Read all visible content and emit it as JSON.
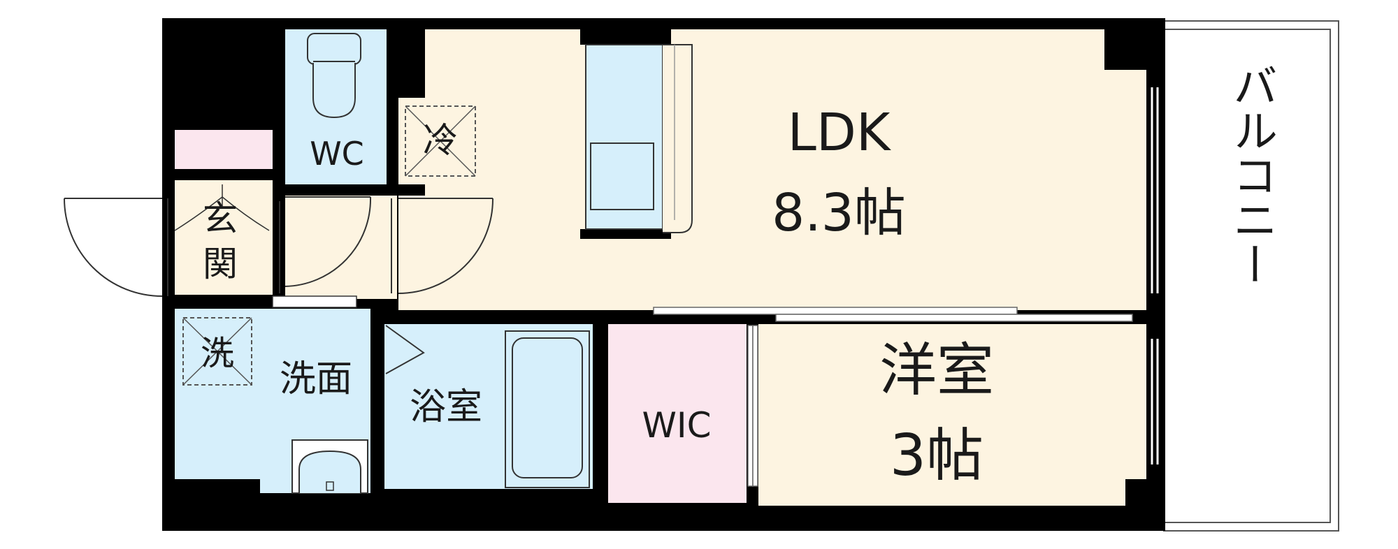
{
  "colors": {
    "wall": "#000000",
    "ldk_floor": "#fdf4e1",
    "wet_area": "#d6effb",
    "closet": "#fbe6ee",
    "balcony": "#ffffff",
    "line": "#333333"
  },
  "rooms": {
    "ldk": {
      "name": "LDK",
      "size": "8.3帖"
    },
    "western_room": {
      "name": "洋室",
      "size": "3帖"
    },
    "wic": {
      "name": "WIC"
    },
    "wc": {
      "name": "WC"
    },
    "entrance": {
      "name_line1": "玄",
      "name_line2": "関"
    },
    "washroom": {
      "name": "洗面"
    },
    "bathroom": {
      "name": "浴室"
    },
    "balcony": {
      "name": "バルコニー"
    }
  },
  "fixtures": {
    "fridge_space": "冷",
    "washer_space": "洗"
  }
}
